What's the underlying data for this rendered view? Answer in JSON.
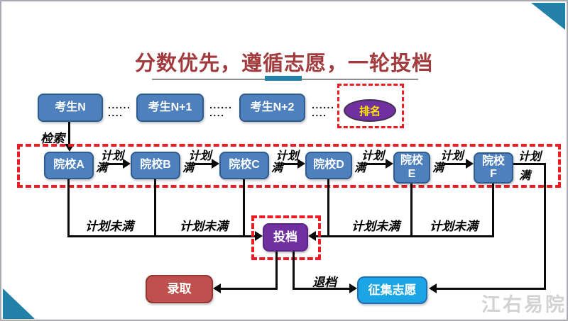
{
  "title": "分数优先，遵循志愿，一轮投档",
  "examinees": [
    "考生N",
    "考生N+1",
    "考生N+2"
  ],
  "ranking_label": "排名",
  "dots": {
    "row1": "......",
    "row2": "...."
  },
  "search_label": "检索",
  "colleges": [
    "院校A",
    "院校B",
    "院校C",
    "院校D",
    "院校\nE",
    "院校\nF"
  ],
  "connector": {
    "line1": "计划",
    "line2": "满"
  },
  "plan_not_full": "计划未满",
  "file_label": "投档",
  "admit_label": "录取",
  "withdraw_label": "退档",
  "collect_label": "征集志愿",
  "watermark": "江右易院",
  "colors": {
    "candidate_box_blue": "#4E80BE",
    "candidate_box_border": "#2E5C8F",
    "ranking_purple": "#7030A0",
    "ranking_text_yellow": "#FFE800",
    "file_purple": "#7030A0",
    "admit_red": "#C0504D",
    "collect_cyan": "#1BA5E5",
    "dashed_highlight_red": "#EE1B22",
    "title_dark_red": "#A23B3D",
    "corner_teal": "#2380A8",
    "flow_line_black": "#0a0a0a",
    "watermark_gray": "#c8c8c8"
  }
}
